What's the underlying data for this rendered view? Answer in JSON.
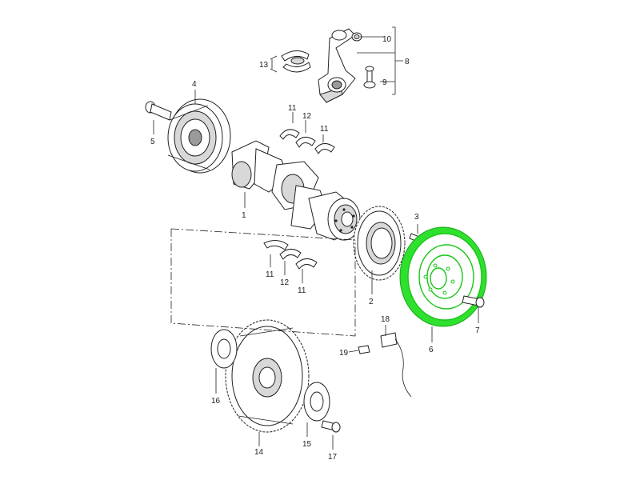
{
  "diagram": {
    "highlight_color": "#2fe02f",
    "callouts": {
      "p1": "1",
      "p2": "2",
      "p3": "3",
      "p4": "4",
      "p5": "5",
      "p6": "6",
      "p7": "7",
      "p8": "8",
      "p9": "9",
      "p10": "10",
      "p11a": "11",
      "p11b": "11",
      "p11c": "11",
      "p11d": "11",
      "p12a": "12",
      "p12b": "12",
      "p13": "13",
      "p14": "14",
      "p15": "15",
      "p16": "16",
      "p17": "17",
      "p18": "18",
      "p19": "19"
    },
    "highlighted_part": "6"
  }
}
